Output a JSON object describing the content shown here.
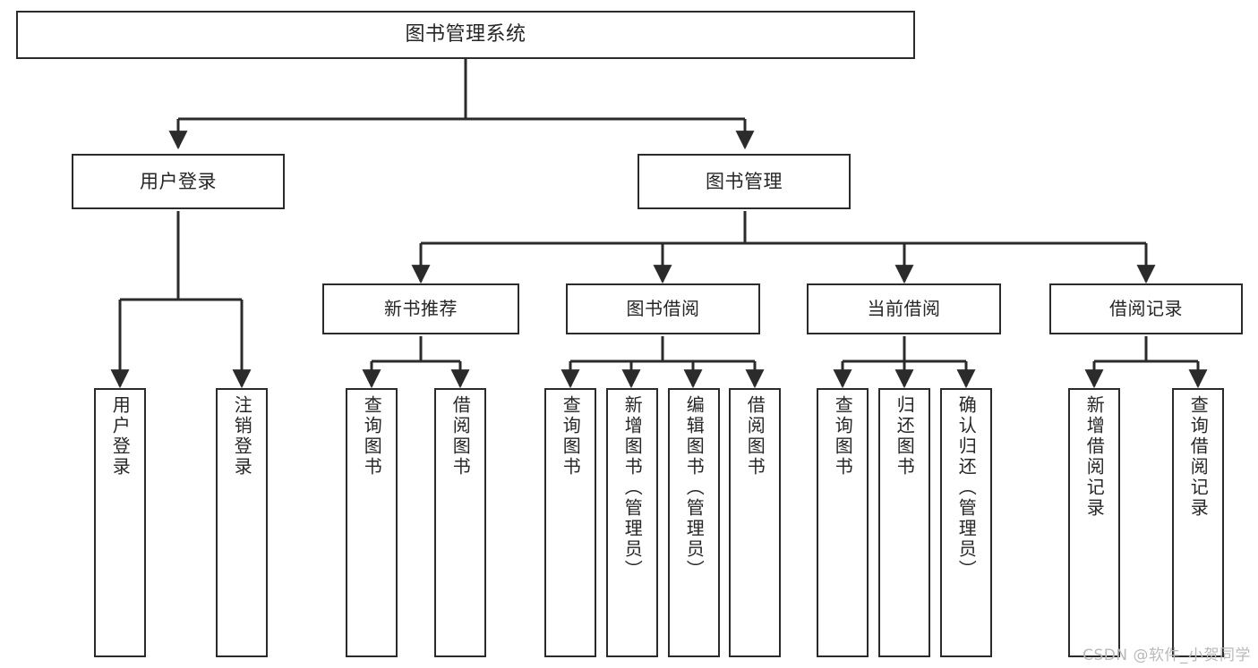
{
  "diagram": {
    "type": "tree",
    "title": "图书管理系统",
    "root": {
      "id": "root",
      "label": "图书管理系统"
    },
    "level1": [
      {
        "id": "user-login",
        "label": "用户登录"
      },
      {
        "id": "book-manage",
        "label": "图书管理"
      }
    ],
    "level2": [
      {
        "id": "new-book-rec",
        "label": "新书推荐",
        "parent": "book-manage"
      },
      {
        "id": "book-borrow",
        "label": "图书借阅",
        "parent": "book-manage"
      },
      {
        "id": "current-borrow",
        "label": "当前借阅",
        "parent": "book-manage"
      },
      {
        "id": "borrow-record",
        "label": "借阅记录",
        "parent": "book-manage"
      }
    ],
    "leaves": [
      {
        "id": "leaf-user-login",
        "label": "用户登录",
        "parent": "user-login"
      },
      {
        "id": "leaf-logout",
        "label": "注销登录",
        "parent": "user-login"
      },
      {
        "id": "leaf-query-book-1",
        "label": "查询图书",
        "parent": "new-book-rec"
      },
      {
        "id": "leaf-borrow-book-1",
        "label": "借阅图书",
        "parent": "new-book-rec"
      },
      {
        "id": "leaf-query-book-2",
        "label": "查询图书",
        "parent": "book-borrow"
      },
      {
        "id": "leaf-add-book",
        "label": "新增图书（管理员）",
        "parent": "book-borrow"
      },
      {
        "id": "leaf-edit-book",
        "label": "编辑图书（管理员）",
        "parent": "book-borrow"
      },
      {
        "id": "leaf-borrow-book-2",
        "label": "借阅图书",
        "parent": "book-borrow"
      },
      {
        "id": "leaf-query-book-3",
        "label": "查询图书",
        "parent": "current-borrow"
      },
      {
        "id": "leaf-return-book",
        "label": "归还图书",
        "parent": "current-borrow"
      },
      {
        "id": "leaf-confirm-return",
        "label": "确认归还（管理员）",
        "parent": "current-borrow"
      },
      {
        "id": "leaf-add-record",
        "label": "新增借阅记录",
        "parent": "borrow-record"
      },
      {
        "id": "leaf-query-record",
        "label": "查询借阅记录",
        "parent": "borrow-record"
      }
    ],
    "colors": {
      "stroke": "#2b2b2b",
      "text": "#262626",
      "background": "#ffffff",
      "watermark": "#b9b9b9"
    }
  },
  "watermark": {
    "text": "CSDN @软件_小贺同学"
  }
}
